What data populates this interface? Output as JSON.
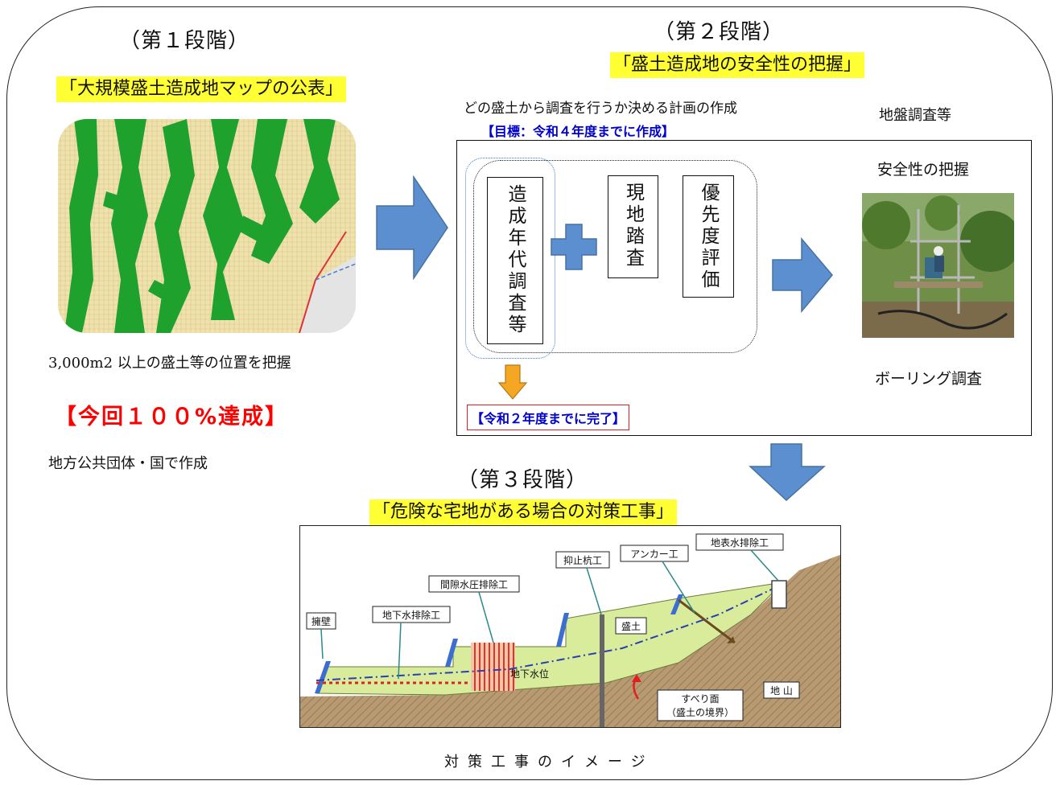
{
  "stage1": {
    "title": "（第１段階）",
    "highlight": "「大規模盛土造成地マップの公表」",
    "map_caption": "3,000m2 以上の盛土等の位置を把握",
    "achievement": "【今回１００%達成】",
    "author_note": "地方公共団体・国で作成"
  },
  "stage2": {
    "title": "（第２段階）",
    "highlight": "「盛土造成地の安全性の把握」",
    "plan_caption": "どの盛土から調査を行うか決める計画の作成",
    "target": "【目標：令和４年度までに作成】",
    "box_survey": "造成年代調査等",
    "box_site": "現地踏査",
    "box_priority": "優先度評価",
    "completed": "【令和２年度までに完了】",
    "ground_survey": "地盤調査等",
    "safety": "安全性の把握",
    "boring": "ボーリング調査"
  },
  "stage3": {
    "title": "（第３段階）",
    "highlight": "「危険な宅地がある場合の対策工事」",
    "caption": "対策工事のイメージ",
    "labels": {
      "retaining_wall": "擁壁",
      "groundwater_drain": "地下水排除工",
      "pore_pressure_drain": "間隙水圧排除工",
      "pile": "抑止杭工",
      "anchor": "アンカー工",
      "surface_drain": "地表水排除工",
      "fill": "盛土",
      "water_level": "地下水位",
      "ground": "地 山",
      "slip_surface_1": "すべり面",
      "slip_surface_2": "（盛土の境界）"
    }
  },
  "colors": {
    "arrow_blue": "#5b8fd0",
    "highlight_yellow": "#ffff33",
    "fill_green": "#d9ec9c",
    "ground_brown": "#b89a72",
    "completed_arrow": "#f5a623"
  }
}
